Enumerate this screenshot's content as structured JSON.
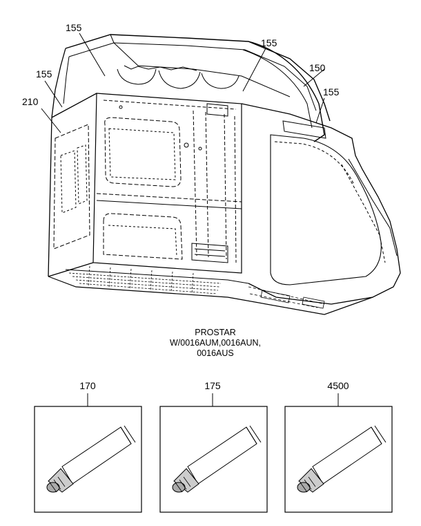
{
  "callouts": {
    "c1": "155",
    "c2": "155",
    "c3": "155",
    "c4": "155",
    "c5": "150",
    "c6": "210"
  },
  "caption": {
    "line1": "PROSTAR",
    "line2": "W/0016AUM,0016AUN,",
    "line3": "0016AUS"
  },
  "kits": [
    {
      "label": "170"
    },
    {
      "label": "175"
    },
    {
      "label": "4500"
    }
  ]
}
